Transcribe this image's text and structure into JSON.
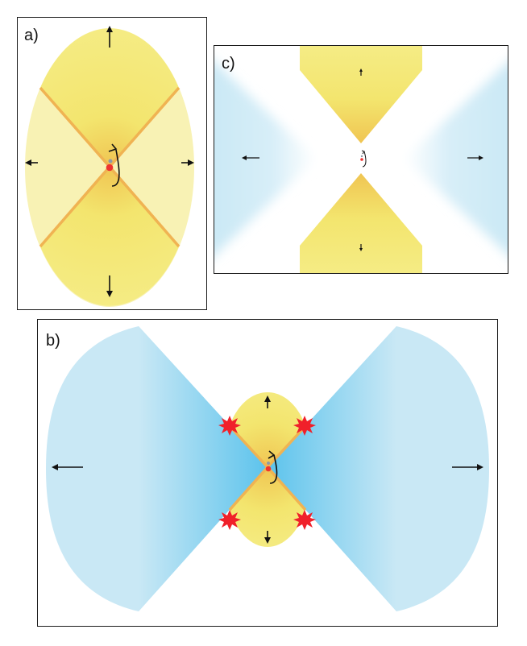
{
  "panels": {
    "a": {
      "label": "a)"
    },
    "b": {
      "label": "b)"
    },
    "c": {
      "label": "c)"
    }
  },
  "colors": {
    "yellow_outflow": "#f3e977",
    "pale_yellow": "#f8f2b4",
    "orange_edge": "#f0b352",
    "blue_outflow": "#c9e8f5",
    "blue_dense": "#5cc3ec",
    "shock_red": "#f0202a",
    "star_red": "#ee3330",
    "companion_grey": "#8e99a6",
    "arrow_black": "#111111",
    "frame": "#1a1a1a"
  },
  "icons": [
    "arrow-icon",
    "binary-star-icon",
    "orbit-arrow-icon",
    "shock-burst-icon"
  ]
}
